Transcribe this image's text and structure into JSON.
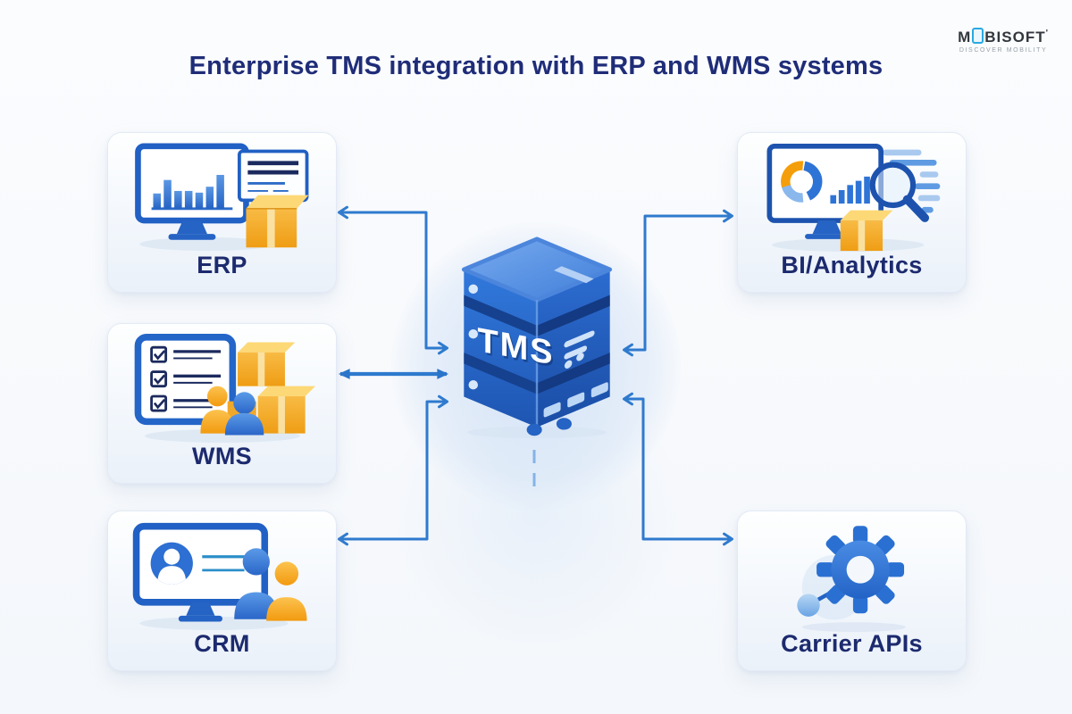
{
  "title": "Enterprise TMS integration with ERP and WMS systems",
  "logo": {
    "prefix": "M",
    "suffix": "BISOFT",
    "mark": "'",
    "tagline": "DISCOVER MOBILITY",
    "phone_icon_color": "#2aa9e1"
  },
  "center": {
    "label": "TMS",
    "description": "server-stack"
  },
  "nodes": [
    {
      "id": "erp",
      "label": "ERP",
      "icon": "monitor-bar-chart-document-package-icon"
    },
    {
      "id": "wms",
      "label": "WMS",
      "icon": "checklist-boxes-people-icon"
    },
    {
      "id": "crm",
      "label": "CRM",
      "icon": "monitor-contact-card-people-icon"
    },
    {
      "id": "bi-analytics",
      "label": "BI/Analytics",
      "icon": "dashboard-magnifier-package-icon"
    },
    {
      "id": "carrier-apis",
      "label": "Carrier APIs",
      "icon": "gear-api-node-icon"
    }
  ],
  "connections": [
    {
      "from": "ERP",
      "to": "TMS",
      "bidirectional": true,
      "style": "elbow-chevron"
    },
    {
      "from": "WMS",
      "to": "TMS",
      "bidirectional": true,
      "style": "straight-solid-triangle"
    },
    {
      "from": "CRM",
      "to": "TMS",
      "bidirectional": true,
      "style": "elbow-chevron"
    },
    {
      "from": "TMS",
      "to": "BI/Analytics",
      "bidirectional": true,
      "style": "elbow-chevron"
    },
    {
      "from": "TMS",
      "to": "Carrier APIs",
      "bidirectional": true,
      "style": "elbow-chevron"
    }
  ],
  "colors": {
    "title_text": "#1f2d78",
    "label_text": "#1c2a6e",
    "arrow_blue": "#2e7ace",
    "server_blue": "#2766cc",
    "package_gold": "#f5a81f",
    "card_background": "#f6f9fd",
    "card_border": "#e3eaf5"
  }
}
